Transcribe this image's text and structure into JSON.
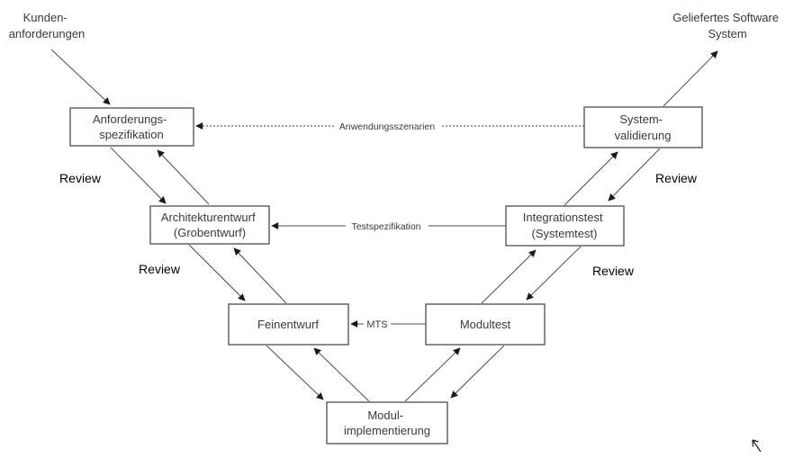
{
  "colors": {
    "background": "#ffffff",
    "box_border": "#595959",
    "box_fill": "#ffffff",
    "line": "#4d4d4d",
    "text": "#3a3a3a",
    "review_text": "#000000"
  },
  "nodes": {
    "anforderungsspezifikation": {
      "line1": "Anforderungs-",
      "line2": "spezifikation"
    },
    "systemvalidierung": {
      "line1": "System-",
      "line2": "validierung"
    },
    "architekturentwurf": {
      "line1": "Architekturentwurf",
      "line2": "(Grobentwurf)"
    },
    "integrationstest": {
      "line1": "Integrationstest",
      "line2": "(Systemtest)"
    },
    "feinentwurf": {
      "line1": "Feinentwurf"
    },
    "modultest": {
      "line1": "Modultest"
    },
    "modulimplementierung": {
      "line1": "Modul-",
      "line2": "implementierung"
    }
  },
  "external_labels": {
    "customer_requirements": {
      "line1": "Kunden-",
      "line2": "anforderungen"
    },
    "delivered_system": {
      "line1": "Geliefertes Software",
      "line2": "System"
    }
  },
  "edge_labels": {
    "review": "Review",
    "anwendungsszenarien": "Anwendungsszenarien",
    "testspezifikation": "Testspezifikation",
    "mts": "MTS"
  }
}
